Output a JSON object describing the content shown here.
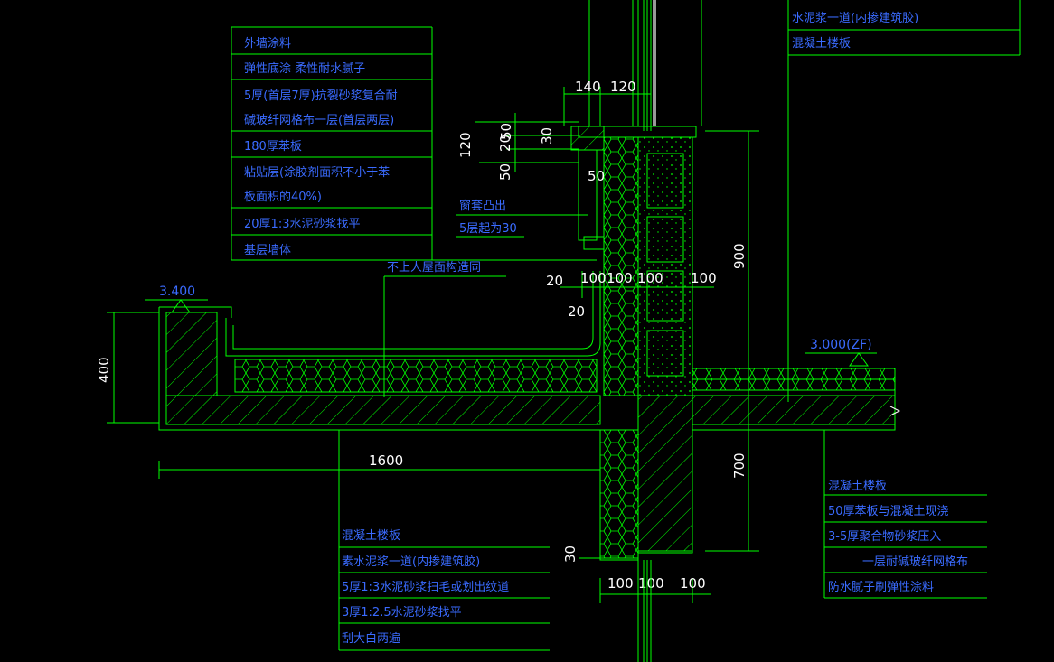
{
  "drawing": {
    "colors": {
      "background": "#000000",
      "line": "#00ff00",
      "dim_line": "#00ff00",
      "text": "#3a6bff",
      "dim_text": "#ffffff",
      "hatch": "#00ff00",
      "insulation": "#00ff00"
    },
    "left_notes_top": [
      "外墙涂料",
      "弹性底涂 柔性耐水腻子",
      "5厚(首层7厚)抗裂砂浆复合耐",
      "碱玻纤网格布一层(首层两层)",
      "180厚苯板",
      "粘贴层(涂胶剂面积不小于苯",
      "板面积的40%)",
      "20厚1:3水泥砂浆找平",
      "基层墙体"
    ],
    "window_note": [
      "窗套凸出",
      "5层起为30"
    ],
    "roof_note": "不上人屋面构造同",
    "top_right_notes": [
      "水泥浆一道(内掺建筑胶)",
      "混凝土楼板"
    ],
    "bottom_center_notes": [
      "混凝土楼板",
      "素水泥浆一道(内掺建筑胶)",
      "5厚1:3水泥砂浆扫毛或划出纹道",
      "3厚1:2.5水泥砂浆找平",
      "刮大白两遍"
    ],
    "bottom_right_notes": [
      "混凝土楼板",
      "50厚苯板与混凝土现浇",
      "3-5厚聚合物砂浆压入",
      "一层耐碱玻纤网格布",
      "防水腻子刷弹性涂料"
    ],
    "elevations": {
      "left": "3.400",
      "right": "3.000(ZF)"
    },
    "dimensions": {
      "d140": "140",
      "d120_top": "120",
      "d50_a": "50",
      "d30": "30",
      "d120_side": "120",
      "d20": "20",
      "d50_b": "50",
      "d50_sill": "50",
      "d20_left": "20",
      "d100_a": "100",
      "d100_b": "100",
      "d100_c": "100",
      "d100_d": "100",
      "d20_below": "20",
      "d900": "900",
      "d400": "400",
      "d1600": "1600",
      "d700": "700",
      "d30_bottom": "30",
      "d100_e": "100",
      "d100_f": "100",
      "d100_g": "100"
    }
  }
}
